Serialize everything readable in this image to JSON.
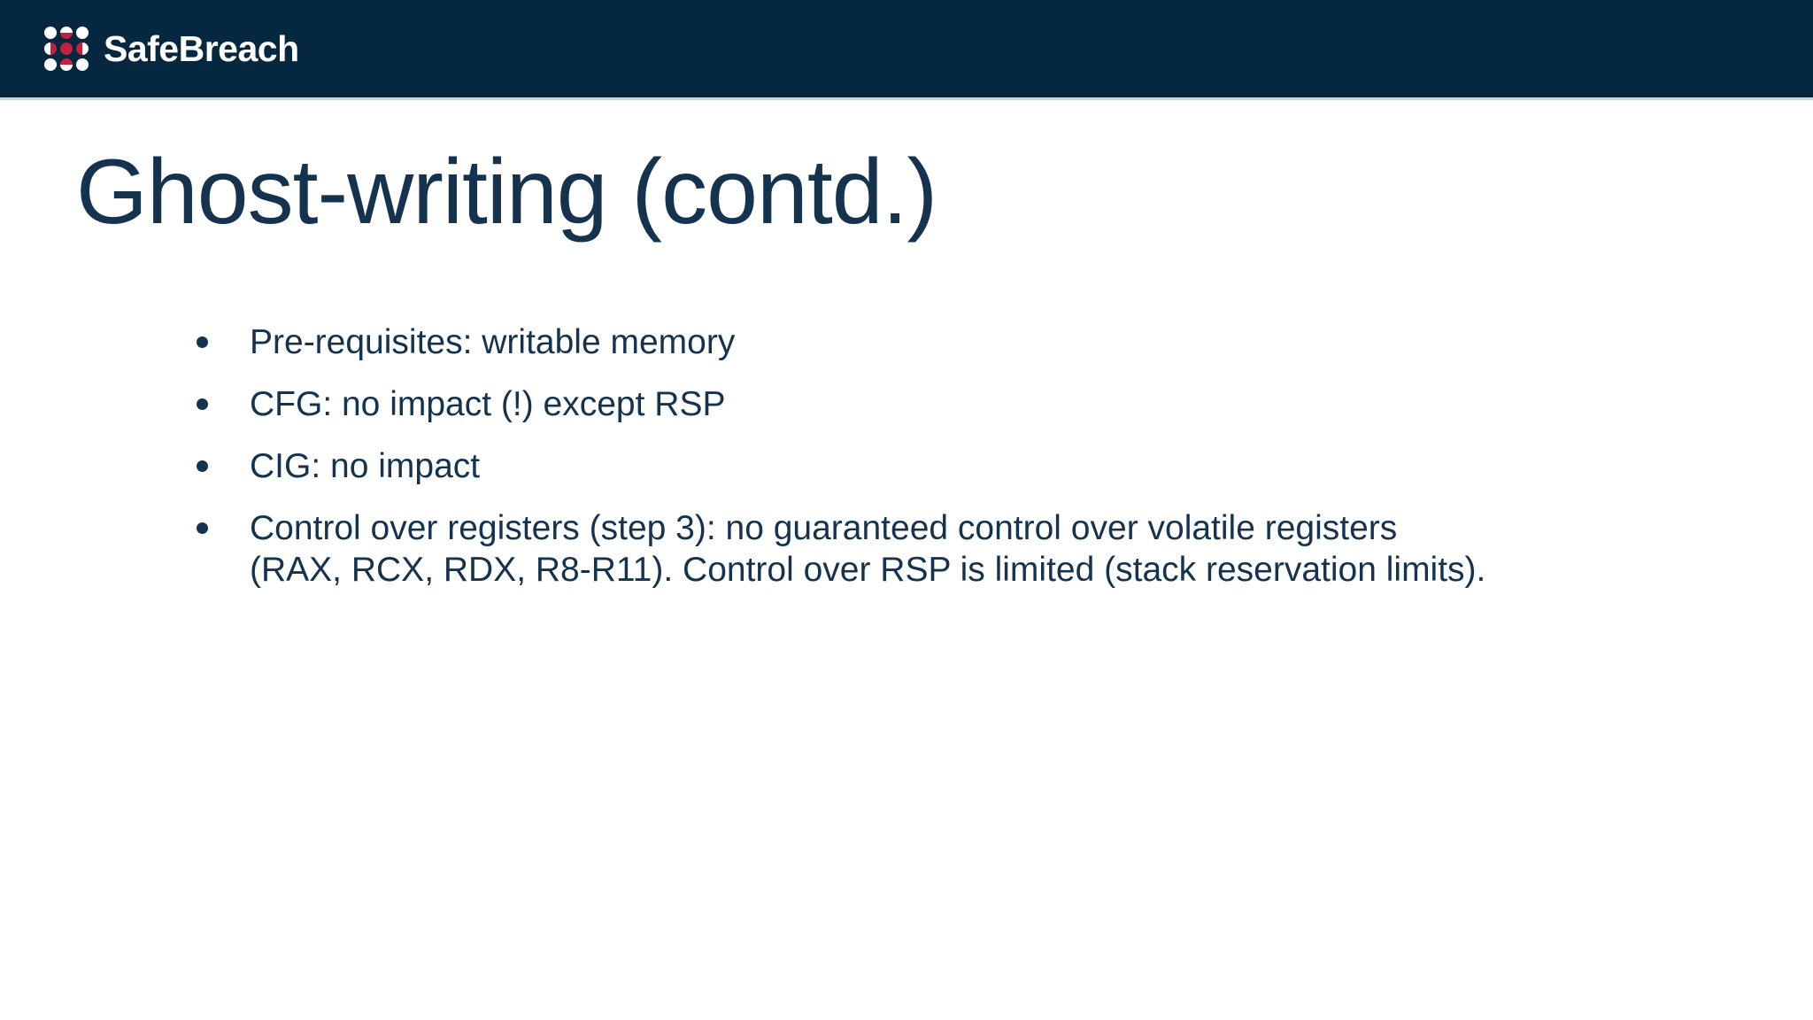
{
  "theme": {
    "header-bg": "#052740",
    "brand-red": "#C2203C",
    "text-navy": "#15334F",
    "divider": "#C9D5DE",
    "page-bg": "#FFFFFF"
  },
  "header": {
    "brand": "SafeBreach"
  },
  "logo": {
    "icon": "safebreach-dots-logo",
    "pattern": [
      "white",
      "half-bottom",
      "white",
      "half-right",
      "red",
      "half-left",
      "white",
      "half-top",
      "white"
    ]
  },
  "slide": {
    "title": "Ghost-writing (contd.)",
    "bullets": [
      "Pre-requisites: writable memory",
      "CFG: no impact (!) except RSP",
      "CIG: no impact",
      "Control over registers (step 3): no guaranteed control over volatile registers\n(RAX, RCX, RDX, R8-R11). Control over RSP is limited (stack reservation limits)."
    ]
  }
}
